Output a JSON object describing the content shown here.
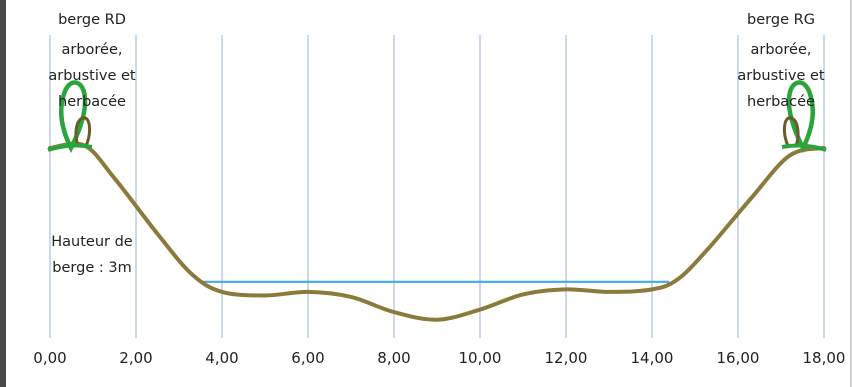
{
  "diagram": {
    "type": "river-cross-section",
    "x_ticks": [
      "0,00",
      "2,00",
      "4,00",
      "6,00",
      "8,00",
      "10,00",
      "12,00",
      "14,00",
      "16,00",
      "18,00"
    ],
    "x_values": [
      0,
      2,
      4,
      6,
      8,
      10,
      12,
      14,
      16,
      18
    ],
    "bank_left_label": [
      "berge RD",
      "arborée,",
      "arbustive et",
      "herbacée"
    ],
    "bank_right_label": [
      "berge RG",
      "arborée,",
      "arbustive et",
      "herbacée"
    ],
    "height_label": [
      "Hauteur de",
      "berge : 3m"
    ],
    "profile_points": [
      [
        0,
        0
      ],
      [
        0.8,
        0.05
      ],
      [
        1.5,
        -0.6
      ],
      [
        2.5,
        -1.7
      ],
      [
        3.3,
        -2.5
      ],
      [
        4.0,
        -2.85
      ],
      [
        5.0,
        -2.92
      ],
      [
        6.0,
        -2.85
      ],
      [
        7.0,
        -2.95
      ],
      [
        8.0,
        -3.25
      ],
      [
        9.0,
        -3.4
      ],
      [
        10.0,
        -3.2
      ],
      [
        11.0,
        -2.9
      ],
      [
        12.0,
        -2.8
      ],
      [
        13.0,
        -2.85
      ],
      [
        14.0,
        -2.8
      ],
      [
        14.6,
        -2.6
      ],
      [
        15.3,
        -2.0
      ],
      [
        16.3,
        -1.0
      ],
      [
        17.2,
        -0.15
      ],
      [
        18.0,
        0
      ]
    ],
    "water_level": {
      "y": -2.65,
      "x_start": 3.5,
      "x_end": 14.4
    },
    "colors": {
      "grid": "#a9bde6",
      "profile": "#8c7a3c",
      "water": "#45a8e0",
      "vegetation": "#2aa53c",
      "trunk": "#6b5b2a"
    },
    "icons": [
      "tree-left-icon",
      "tree-right-icon"
    ]
  }
}
